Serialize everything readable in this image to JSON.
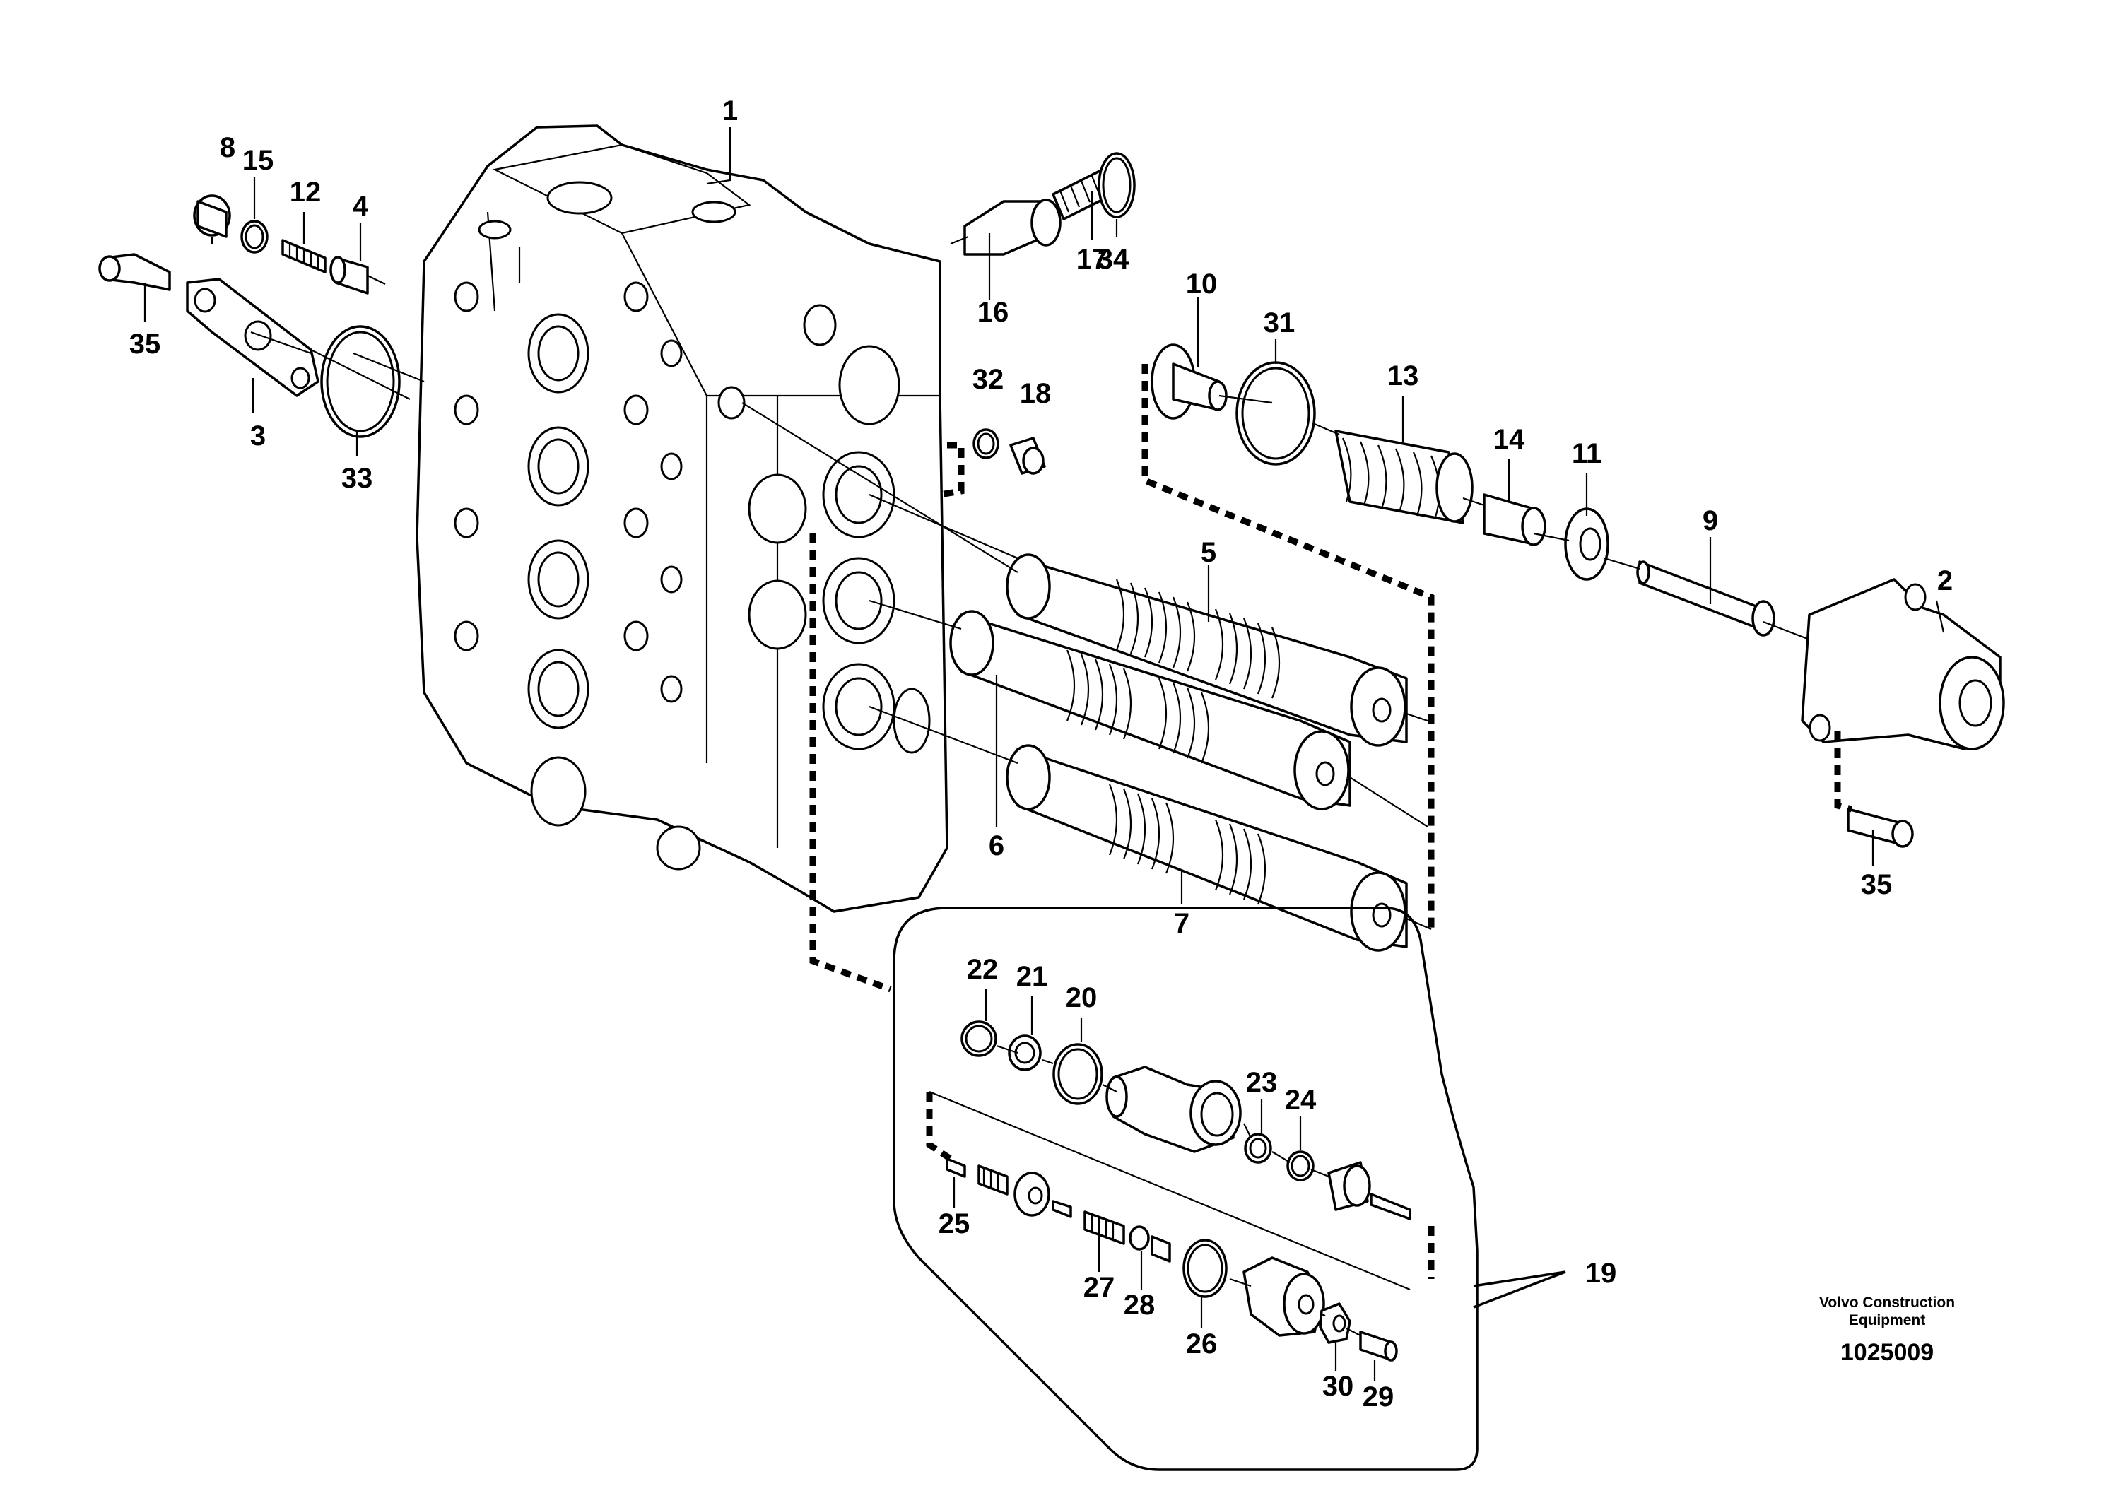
{
  "callouts": {
    "c1": "1",
    "c2": "2",
    "c3": "3",
    "c4": "4",
    "c5": "5",
    "c6": "6",
    "c7": "7",
    "c8": "8",
    "c9": "9",
    "c10": "10",
    "c11": "11",
    "c12": "12",
    "c13": "13",
    "c14": "14",
    "c15": "15",
    "c16": "16",
    "c17": "17",
    "c18": "18",
    "c19": "19",
    "c20": "20",
    "c21": "21",
    "c22": "22",
    "c23": "23",
    "c24": "24",
    "c25": "25",
    "c26": "26",
    "c27": "27",
    "c28": "28",
    "c29": "29",
    "c30": "30",
    "c31": "31",
    "c32": "32",
    "c33": "33",
    "c34": "34",
    "c35a": "35",
    "c35b": "35"
  },
  "credit": {
    "line1": "Volvo Construction",
    "line2": "Equipment",
    "figure_number": "1025009"
  }
}
